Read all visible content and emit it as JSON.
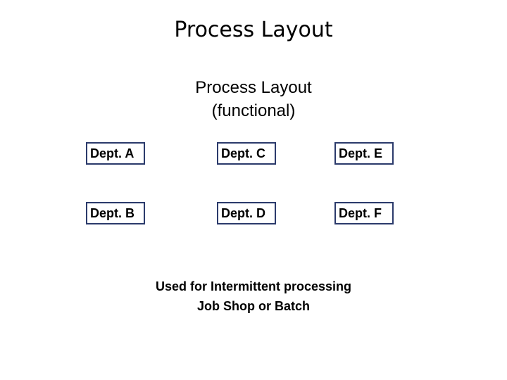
{
  "slide": {
    "title": "Process Layout",
    "subtitle_lines": [
      "Process Layout",
      "(functional)"
    ],
    "caption_lines": [
      "Used for Intermittent processing",
      "Job Shop or Batch"
    ],
    "box_border_color": "#2B3A6B",
    "background_color": "#FFFFFF",
    "text_color": "#000000",
    "departments": [
      {
        "label": "Dept. A",
        "column": 1,
        "row": 1
      },
      {
        "label": "Dept. C",
        "column": 2,
        "row": 1
      },
      {
        "label": "Dept. E",
        "column": 3,
        "row": 1
      },
      {
        "label": "Dept. B",
        "column": 1,
        "row": 2
      },
      {
        "label": "Dept. D",
        "column": 2,
        "row": 2
      },
      {
        "label": "Dept. F",
        "column": 3,
        "row": 2
      }
    ]
  }
}
